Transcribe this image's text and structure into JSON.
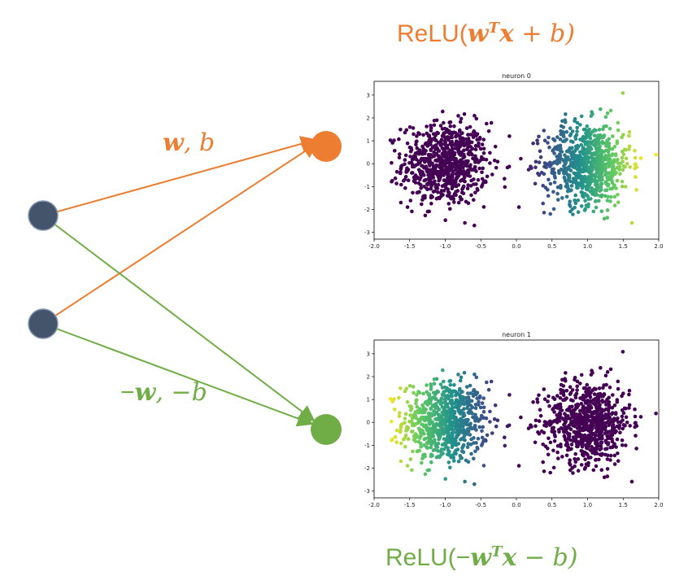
{
  "labels": {
    "relu_top_prefix": "ReLU(",
    "relu_top_wt": "w",
    "relu_top_sup": "T",
    "relu_top_x": "x",
    "relu_top_rest": " +  b)",
    "relu_bot_prefix": "ReLU(−",
    "relu_bot_wt": "w",
    "relu_bot_sup": "T",
    "relu_bot_x": "x",
    "relu_bot_rest": " −  b)",
    "weight_top_w": "w",
    "weight_top_rest": ", b",
    "weight_bot_prefix": "−",
    "weight_bot_w": "w",
    "weight_bot_rest": ", −b"
  },
  "colors": {
    "orange": "#ED7D31",
    "green": "#70AD47",
    "input_node": "#44546A"
  },
  "chart_data": [
    {
      "type": "scatter",
      "title": "neuron 0",
      "xlim": [
        -2.0,
        2.0
      ],
      "ylim": [
        -3.3,
        3.6
      ],
      "xticks": [
        "-2.0",
        "-1.5",
        "-1.0",
        "-0.5",
        "0.0",
        "0.5",
        "1.0",
        "1.5",
        "2.0"
      ],
      "yticks": [
        "3",
        "2",
        "1",
        "0",
        "-1",
        "-2",
        "-3"
      ],
      "clusters": [
        {
          "center": [
            -1.0,
            0.0
          ],
          "spread": [
            0.3,
            0.9
          ],
          "n": 750
        },
        {
          "center": [
            1.0,
            0.0
          ],
          "spread": [
            0.3,
            0.9
          ],
          "n": 750
        }
      ],
      "color_rule": "relu(x)"
    },
    {
      "type": "scatter",
      "title": "neuron 1",
      "xlim": [
        -2.0,
        2.0
      ],
      "ylim": [
        -3.3,
        3.6
      ],
      "xticks": [
        "-2.0",
        "-1.5",
        "-1.0",
        "-0.5",
        "0.0",
        "0.5",
        "1.0",
        "1.5",
        "2.0"
      ],
      "yticks": [
        "3",
        "2",
        "1",
        "0",
        "-1",
        "-2",
        "-3"
      ],
      "clusters": [
        {
          "center": [
            -1.0,
            0.0
          ],
          "spread": [
            0.3,
            0.9
          ],
          "n": 750
        },
        {
          "center": [
            1.0,
            0.0
          ],
          "spread": [
            0.3,
            0.9
          ],
          "n": 750
        }
      ],
      "color_rule": "relu(-x)"
    }
  ]
}
